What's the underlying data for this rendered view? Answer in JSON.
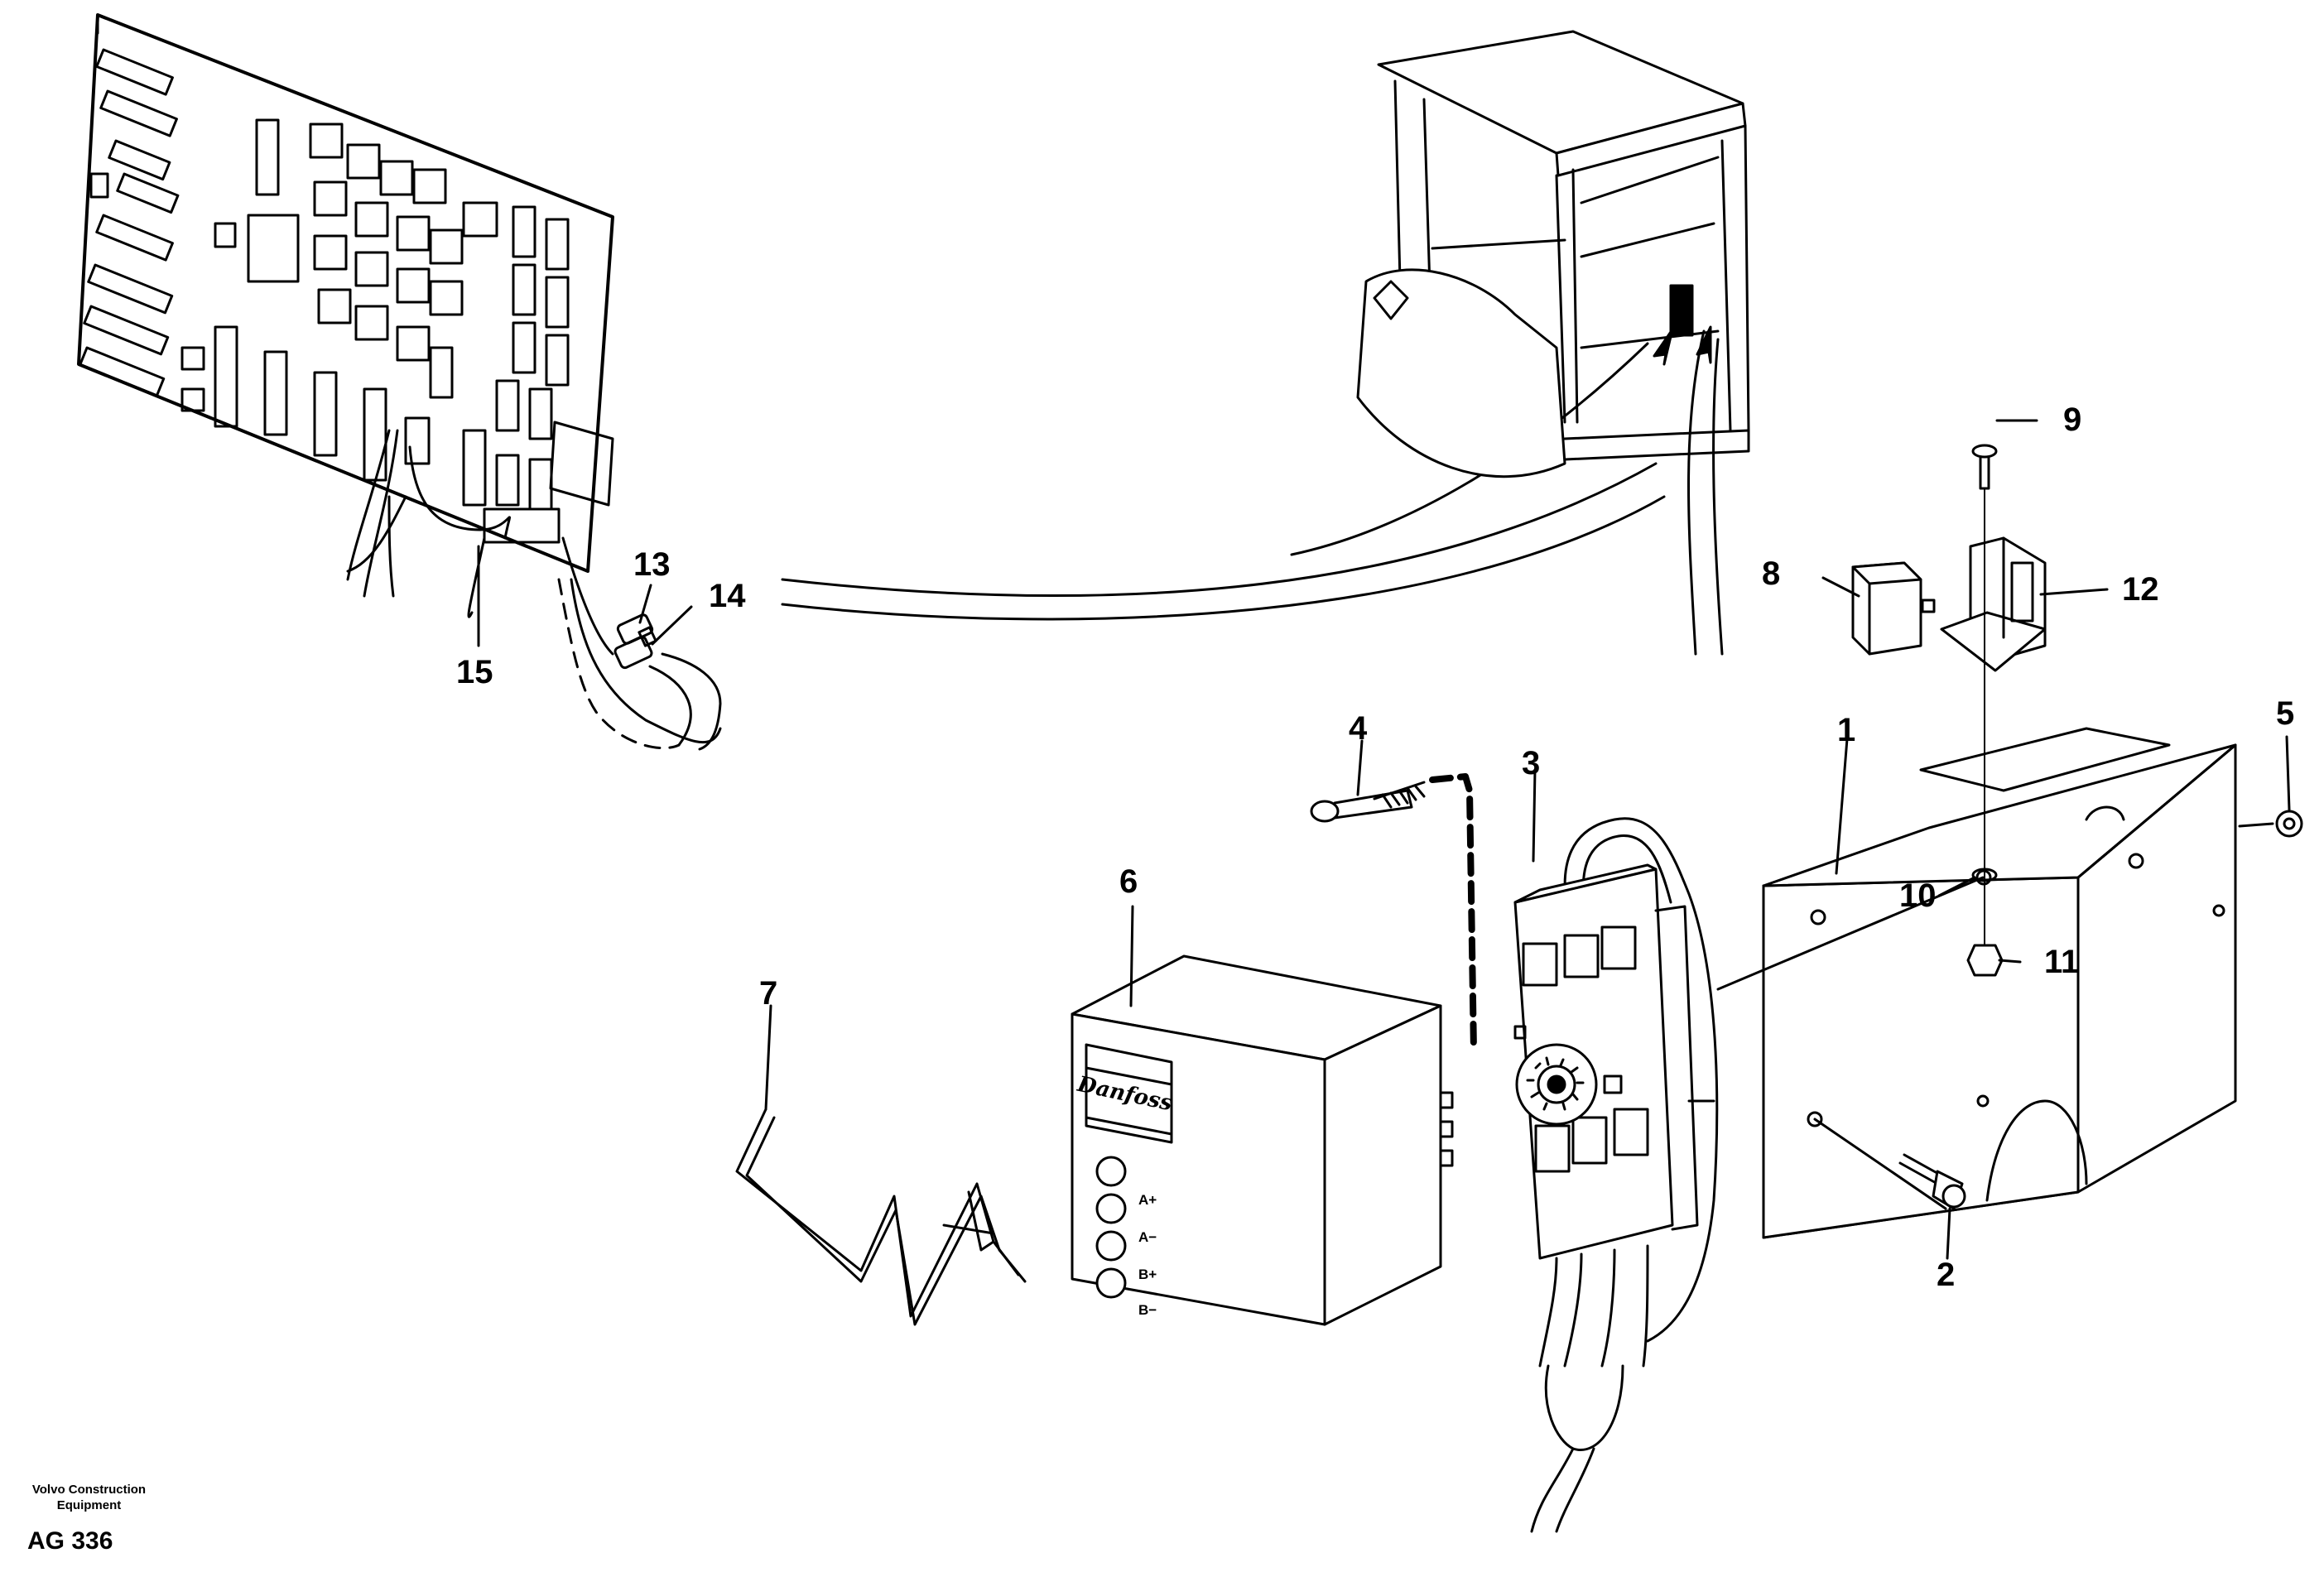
{
  "callouts": {
    "c1": "1",
    "c2": "2",
    "c3": "3",
    "c4": "4",
    "c5": "5",
    "c6": "6",
    "c7": "7",
    "c8": "8",
    "c9": "9",
    "c10": "10",
    "c11": "11",
    "c12": "12",
    "c13": "13",
    "c14": "14",
    "c15": "15"
  },
  "control_unit": {
    "brand": "Danfoss",
    "indicators": [
      "A+",
      "A−",
      "B+",
      "B−"
    ]
  },
  "footer": {
    "company_line1": "Volvo Construction",
    "company_line2": "Equipment",
    "code": "AG 336"
  }
}
